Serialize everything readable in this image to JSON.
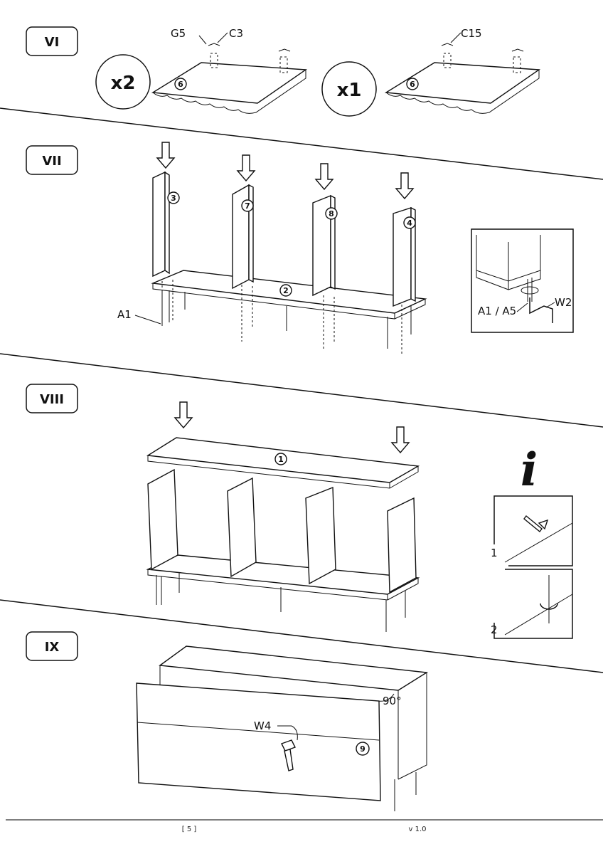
{
  "steps": {
    "vi": "VI",
    "vii": "VII",
    "viii": "VIII",
    "ix": "IX"
  },
  "step_vi": {
    "qty_left": "x2",
    "qty_right": "x1",
    "label_g5": "G5",
    "label_c3": "C3",
    "label_c15": "C15",
    "part_left": "6",
    "part_right": "6"
  },
  "step_vii": {
    "parts": [
      "3",
      "7",
      "8",
      "4"
    ],
    "base_part": "2",
    "label_a1": "A1",
    "inset_label_a1_a5": "A1 / A5",
    "inset_label_w2": "W2"
  },
  "step_viii": {
    "top_part": "1",
    "info_icon": "i",
    "info_step1": "1",
    "info_step2": "2"
  },
  "step_ix": {
    "label_w4": "W4",
    "angle": "90°",
    "door_part": "9"
  },
  "footer": {
    "page": "[ 5 ]",
    "version": "v 1.0"
  }
}
